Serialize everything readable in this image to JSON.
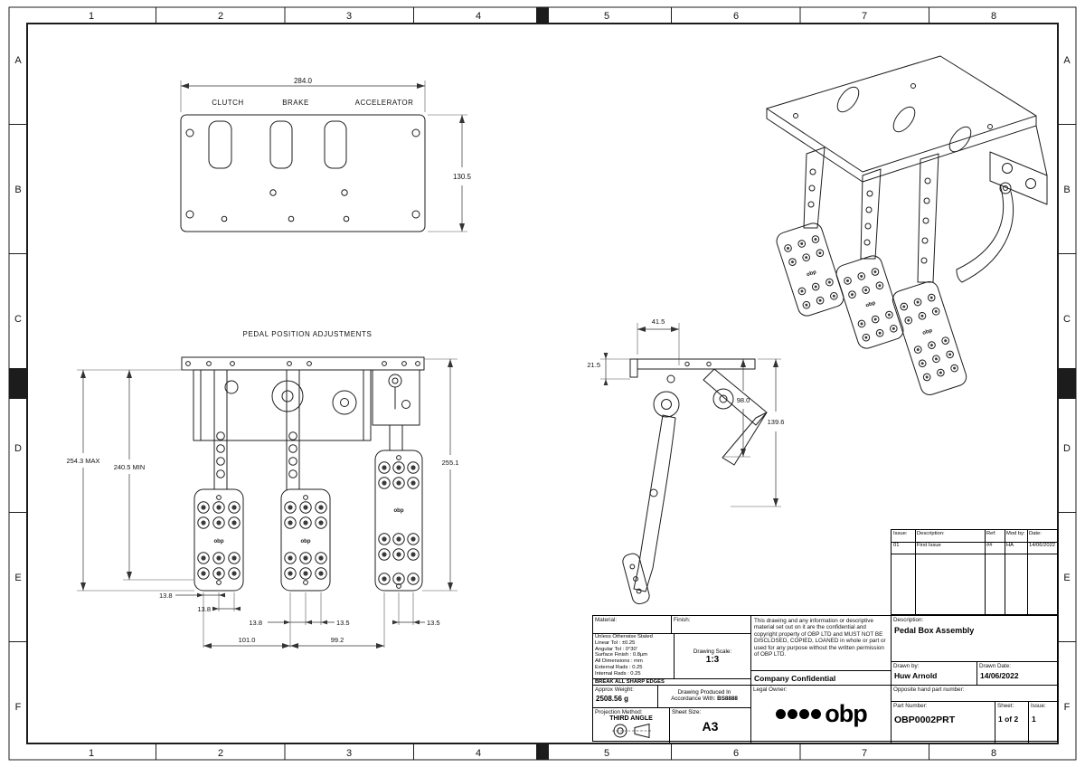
{
  "colors": {
    "ink": "#1c1c1c",
    "paper": "#ffffff"
  },
  "brand": "obp",
  "frame": {
    "columns": [
      "1",
      "2",
      "3",
      "4",
      "5",
      "6",
      "7",
      "8"
    ],
    "rows": [
      "A",
      "B",
      "C",
      "D",
      "E",
      "F"
    ]
  },
  "plan_view": {
    "label_clutch": "CLUTCH",
    "label_brake": "BRAKE",
    "label_accelerator": "ACCELERATOR",
    "dim_width": "284.0",
    "dim_height": "130.5"
  },
  "front_view": {
    "title": "PEDAL POSITION ADJUSTMENTS",
    "dim_max": "254.3 MAX",
    "dim_min": "240.5 MIN",
    "dim_right": "255.1",
    "dim_pitch_1": "13.8",
    "dim_pitch_2": "13.8",
    "dim_pitch_3": "13.8",
    "dim_pitch_4": "13.5",
    "dim_pitch_5": "13.5",
    "dim_span_1": "101.0",
    "dim_span_2": "99.2"
  },
  "side_view": {
    "dim_top": "41.5",
    "dim_offset": "21.5",
    "dim_depth": "98.0",
    "dim_overall": "139.6"
  },
  "title_block": {
    "material_label": "Material:",
    "finish_label": "Finish:",
    "tolerance_lines": [
      "Unless Otherwise Stated",
      "Linear Tol : ±0.25",
      "Angular Tol : 0°30'",
      "Surface Finish : 0.8μm",
      "All Dimensions : mm",
      "External Rads : 0.25",
      "Internal Rads : 0.25"
    ],
    "break_edges": "BREAK ALL SHARP EDGES",
    "drawing_scale_label": "Drawing Scale:",
    "drawing_scale_value": "1:3",
    "approx_weight_label": "Approx Weight:",
    "approx_weight_value": "2508.56 g",
    "produced_line1": "Drawing Produced In",
    "produced_line2": "Accordance With:",
    "produced_standard": "BS8888",
    "projection_label": "Projection Method:",
    "projection_value": "THIRD ANGLE",
    "sheet_size_label": "Sheet Size:",
    "sheet_size_value": "A3",
    "confidential_text": "This drawing and any information or descriptive material set out on it are the confidential and copyright property of OBP LTD and MUST NOT BE DISCLOSED, COPIED, LOANED in whole or part or used for any purpose without the written permission of OBP LTD.",
    "company_confidential": "Company Confidential",
    "legal_owner_label": "Legal Owner:",
    "description_label": "Description:",
    "description_value": "Pedal Box Assembly",
    "drawn_by_label": "Drawn by:",
    "drawn_by_value": "Huw Arnold",
    "drawn_date_label": "Drawn Date:",
    "drawn_date_value": "14/06/2022",
    "opposite_label": "Opposite hand part number:",
    "part_number_label": "Part Number:",
    "part_number_value": "OBP0002PRT",
    "sheet_label": "Sheet:",
    "sheet_value": "1 of 2",
    "issue_label": "Issue:",
    "issue_value": "1"
  },
  "issue_table": {
    "headers": [
      "Issue:",
      "Description:",
      "Ref:",
      "Mod by:",
      "Date:"
    ],
    "rows": [
      [
        "01",
        "First Issue",
        "##",
        "HA",
        "14/06/2022"
      ]
    ]
  }
}
